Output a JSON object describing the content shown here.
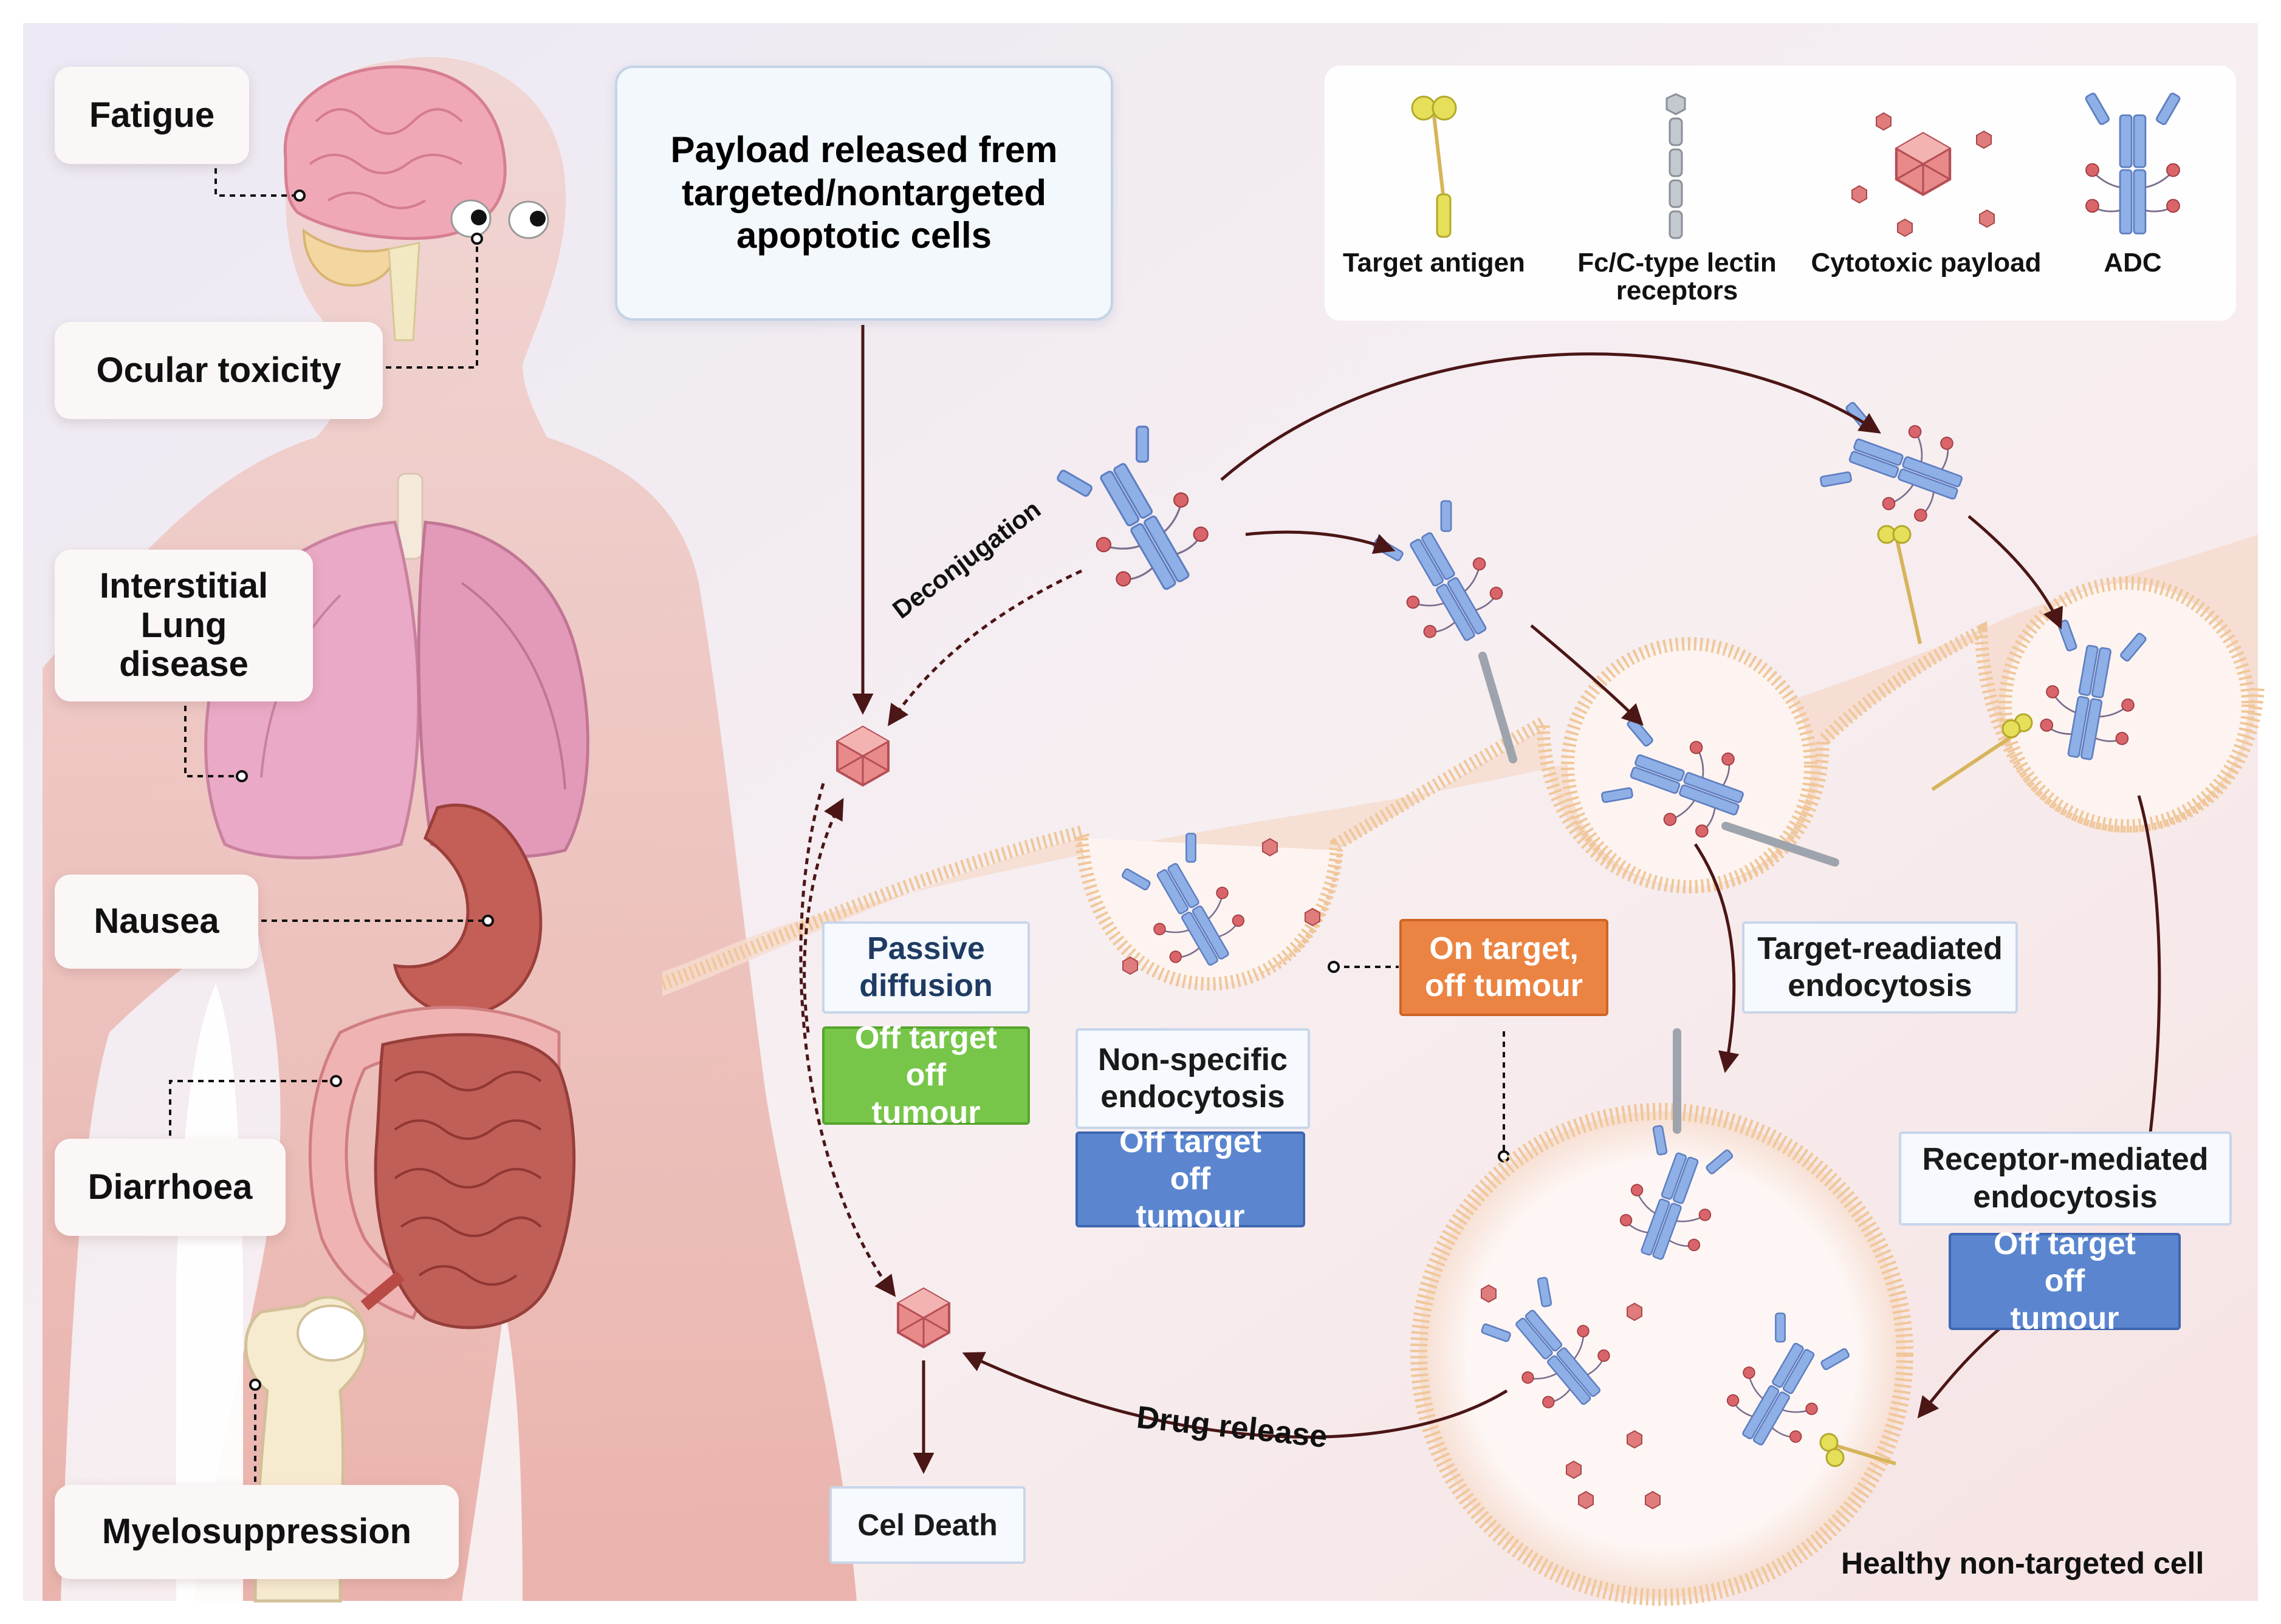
{
  "symptoms": {
    "fatigue": "Fatigue",
    "ocular": "Ocular toxicity",
    "lung": "Interstitial Lung disease",
    "nausea": "Nausea",
    "diarrhoea": "Diarrhoea",
    "myelo": "Myelosuppression"
  },
  "payload_box": "Payload released frem targeted/nontargeted apoptotic cells",
  "legend": {
    "target_antigen": "Target antigen",
    "receptors": "Fc/C-type lectin receptors",
    "payload": "Cytotoxic payload",
    "adc": "ADC"
  },
  "labels": {
    "deconjugation": "Deconjugation",
    "drug_release": "Drug release",
    "cell_death": "Cel Death",
    "healthy_cell": "Healthy non-targeted cell"
  },
  "mechanisms": {
    "passive": "Passive diffusion",
    "passive_tag": "Off target off tumour",
    "nonspecific": "Non-specific endocytosis",
    "nonspecific_tag": "Off target off tumour",
    "on_target": "On target, off tumour",
    "target_mediated": "Target-readiated endocytosis",
    "receptor_mediated": "Receptor-mediated endocytosis",
    "receptor_tag": "Off target off tumour"
  },
  "colors": {
    "body": "#f2c7c0",
    "adc": "#7b9ddb",
    "payload": "#e07c7c",
    "antigen": "#e6df5a",
    "membrane": "#f4c9a4",
    "arrow": "#4b1616"
  }
}
